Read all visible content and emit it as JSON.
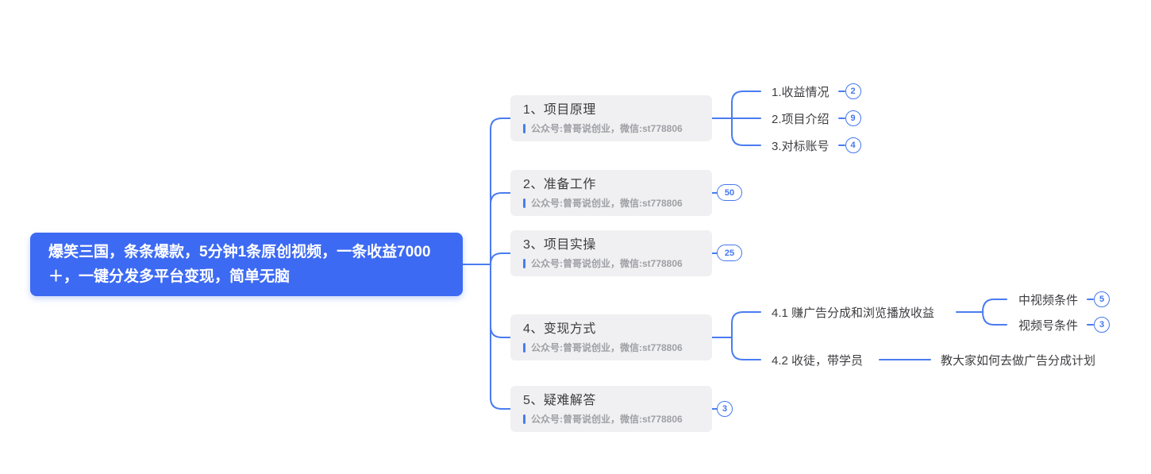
{
  "meta": {
    "accent_color": "#4a7cf0",
    "root_bg_color": "#3d6af2",
    "topic_bg_color": "#f0f0f2",
    "badge_color": "#4377ef"
  },
  "mindmap": {
    "root": {
      "text": "爆笑三国，条条爆款，5分钟1条原创视频，一条收益7000＋，一键分发多平台变现，简单无脑"
    },
    "nodes": [
      {
        "title": "1、项目原理",
        "subtitle": "公众号:曾哥说创业，微信:st778806",
        "children": [
          {
            "label": "1.收益情况",
            "badge": "2"
          },
          {
            "label": "2.项目介绍",
            "badge": "9"
          },
          {
            "label": "3.对标账号",
            "badge": "4"
          }
        ]
      },
      {
        "title": "2、准备工作",
        "subtitle": "公众号:曾哥说创业，微信:st778806",
        "badge": "50"
      },
      {
        "title": "3、项目实操",
        "subtitle": "公众号:曾哥说创业，微信:st778806",
        "badge": "25"
      },
      {
        "title": "4、变现方式",
        "subtitle": "公众号:曾哥说创业，微信:st778806",
        "children": [
          {
            "label": "4.1 赚广告分成和浏览播放收益",
            "children": [
              {
                "label": "中视频条件",
                "badge": "5"
              },
              {
                "label": "视频号条件",
                "badge": "3"
              }
            ]
          },
          {
            "label": "4.2 收徒，带学员",
            "children": [
              {
                "label": "教大家如何去做广告分成计划"
              }
            ]
          }
        ]
      },
      {
        "title": "5、疑难解答",
        "subtitle": "公众号:曾哥说创业，微信:st778806",
        "badge": "3"
      }
    ]
  }
}
